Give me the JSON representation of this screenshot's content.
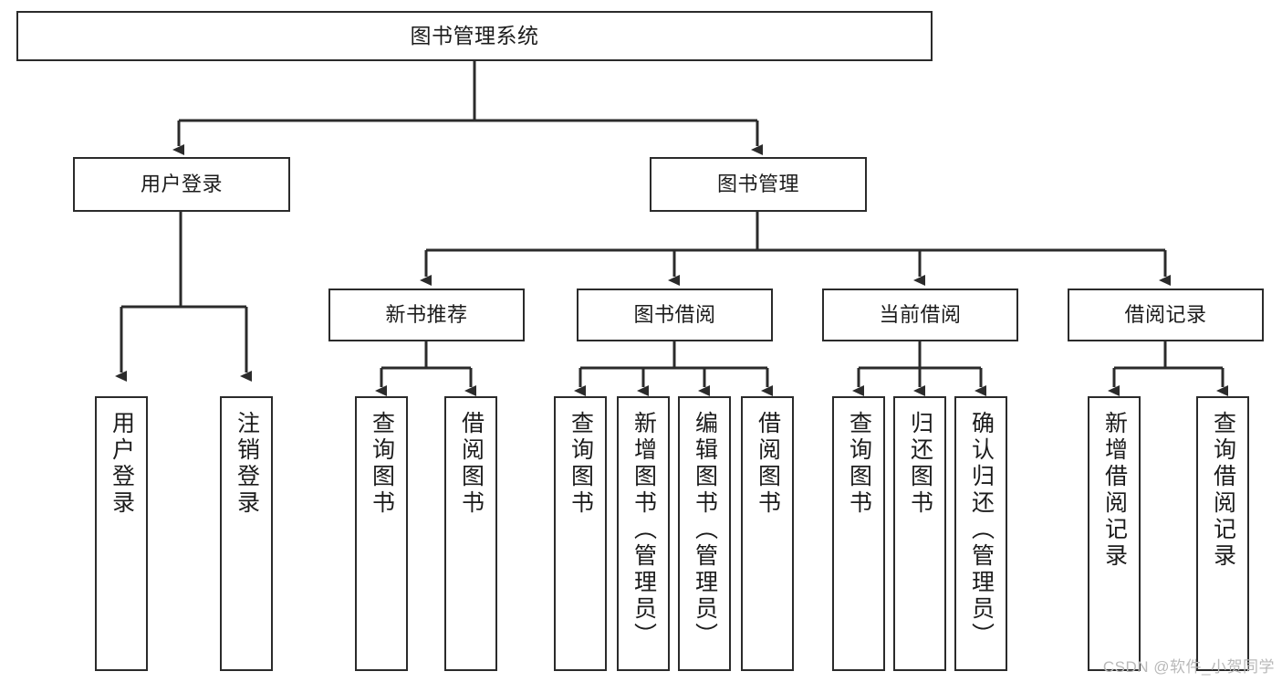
{
  "diagram": {
    "title": "图书管理系统",
    "type": "tree-hierarchy",
    "watermark": "CSDN @软件_小贺同学",
    "line_color": "#2b2b2b",
    "box_fill": "#ffffff",
    "text_color": "#1c1c1c",
    "nodes": {
      "root": {
        "label": "图书管理系统"
      },
      "level2": [
        {
          "label": "用户登录"
        },
        {
          "label": "图书管理"
        }
      ],
      "level3": [
        {
          "label": "新书推荐"
        },
        {
          "label": "图书借阅"
        },
        {
          "label": "当前借阅"
        },
        {
          "label": "借阅记录"
        }
      ],
      "leaves": {
        "user_login": [
          {
            "label": "用户登录"
          },
          {
            "label": "注销登录"
          }
        ],
        "new_book_recommend": [
          {
            "label": "查询图书"
          },
          {
            "label": "借阅图书"
          }
        ],
        "book_borrow": [
          {
            "label": "查询图书"
          },
          {
            "label": "新增图书（管理员）"
          },
          {
            "label": "编辑图书（管理员）"
          },
          {
            "label": "借阅图书"
          }
        ],
        "current_borrow": [
          {
            "label": "查询图书"
          },
          {
            "label": "归还图书"
          },
          {
            "label": "确认归还（管理员）"
          }
        ],
        "borrow_record": [
          {
            "label": "新增借阅记录"
          },
          {
            "label": "查询借阅记录"
          }
        ]
      }
    }
  }
}
